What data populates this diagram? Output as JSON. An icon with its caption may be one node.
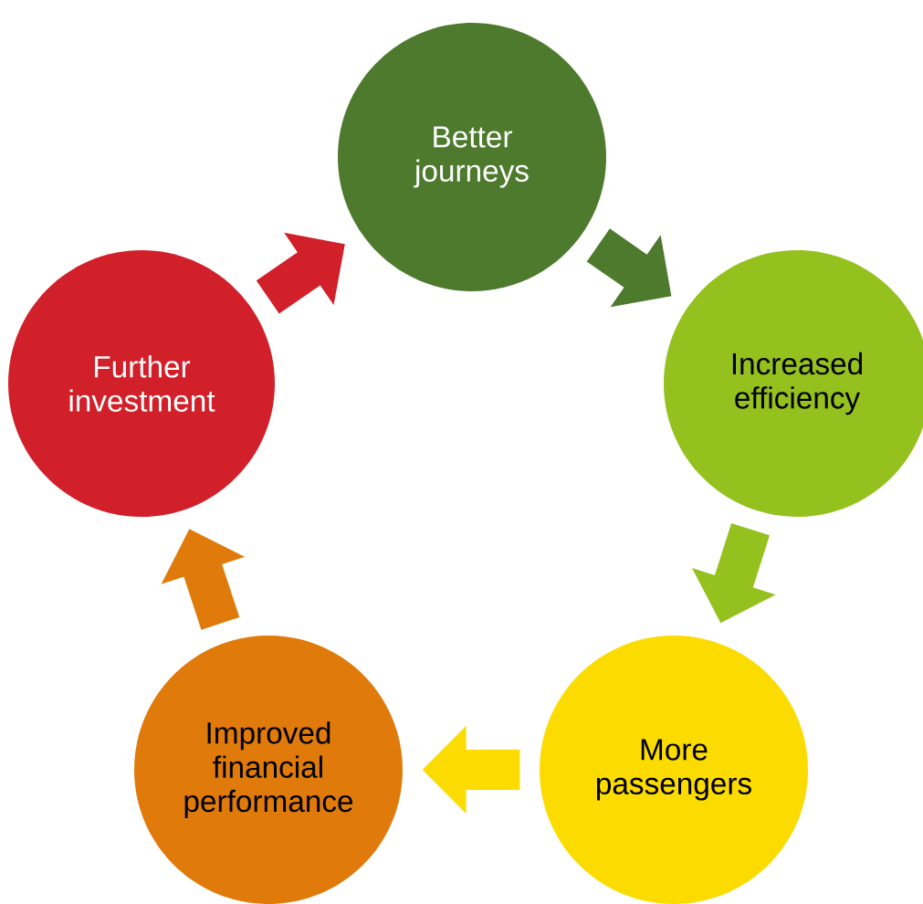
{
  "diagram": {
    "nodes": [
      {
        "text": [
          "Better journeys"
        ]
      },
      {
        "text": [
          "Increased efficiency"
        ]
      },
      {
        "text": [
          "More passengers"
        ]
      },
      {
        "text": [
          "Improved financial performance"
        ]
      },
      {
        "text": [
          "Further investment"
        ]
      }
    ],
    "edges": [
      {
        "from": 0,
        "to": 1,
        "arrow": "to",
        "color": "#4e7a2e"
      },
      {
        "from": 1,
        "to": 2,
        "arrow": "to",
        "color": "#95c11f"
      },
      {
        "from": 2,
        "to": 3,
        "arrow": "to",
        "color": "#fcdc00"
      },
      {
        "from": 3,
        "to": 4,
        "arrow": "to",
        "color": "#e07b0b"
      },
      {
        "from": 4,
        "to": 0,
        "arrow": "to",
        "color": "#d2202a"
      }
    ]
  }
}
